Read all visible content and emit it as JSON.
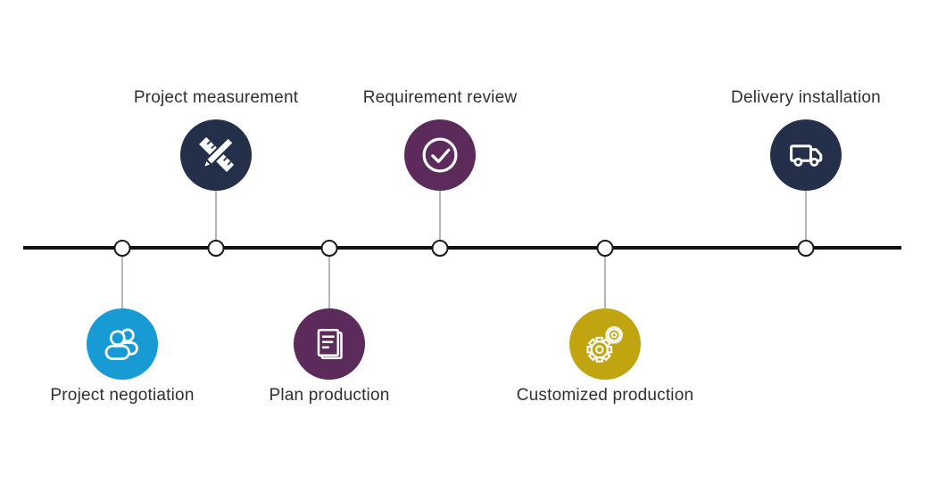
{
  "canvas": {
    "background": "#ffffff",
    "axis_color": "#111111",
    "connector_color": "#6e6e6e",
    "node_fill": "#ffffff",
    "node_border": "#1a1a1a",
    "label_color": "#303030"
  },
  "timeline": {
    "steps": [
      {
        "label": "Project negotiation",
        "icon": "people-icon",
        "color": "#189ad5",
        "position": "below"
      },
      {
        "label": "Project measurement",
        "icon": "ruler-pencil-icon",
        "color": "#243049",
        "position": "above"
      },
      {
        "label": "Plan production",
        "icon": "document-icon",
        "color": "#5c2b5c",
        "position": "below"
      },
      {
        "label": "Requirement review",
        "icon": "check-circle-icon",
        "color": "#5c2b5c",
        "position": "above"
      },
      {
        "label": "Customized production",
        "icon": "gears-icon",
        "color": "#c0a511",
        "position": "below"
      },
      {
        "label": "Delivery installation",
        "icon": "truck-icon",
        "color": "#243049",
        "position": "above"
      }
    ]
  }
}
